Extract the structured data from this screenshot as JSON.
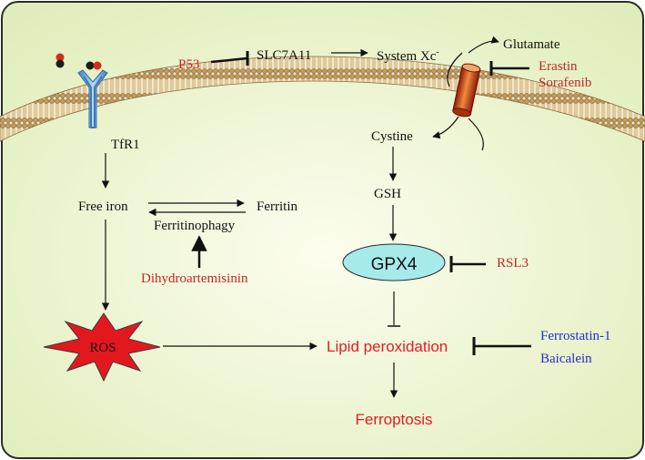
{
  "colors": {
    "background_center": "#fbfde8",
    "background_edge": "#e1eebb",
    "membrane": "#c7a46a",
    "inhibitor_red": "#c0282c",
    "inhibitor_blue": "#1f2dd0",
    "ros_fill": "#e3181f",
    "gpx4_fill": "#a7eaea"
  },
  "labels": {
    "p53": "P53",
    "slc7a11": "SLC7A11",
    "system_xc": "System Xc",
    "system_xc_sup": "-",
    "glutamate": "Glutamate",
    "erastin": "Erastin",
    "sorafenib": "Sorafenib",
    "tfr1": "TfR1",
    "cystine": "Cystine",
    "gsh": "GSH",
    "free_iron": "Free iron",
    "ferritin": "Ferritin",
    "ferritinophagy": "Ferritinophagy",
    "dihydroartemisinin": "Dihydroartemisinin",
    "gpx4": "GPX4",
    "rsl3": "RSL3",
    "ros": "ROS",
    "lipid_peroxidation": "Lipid peroxidation",
    "ferrostatin": "Ferrostatin-1",
    "baicalein": "Baicalein",
    "ferroptosis": "Ferroptosis"
  }
}
